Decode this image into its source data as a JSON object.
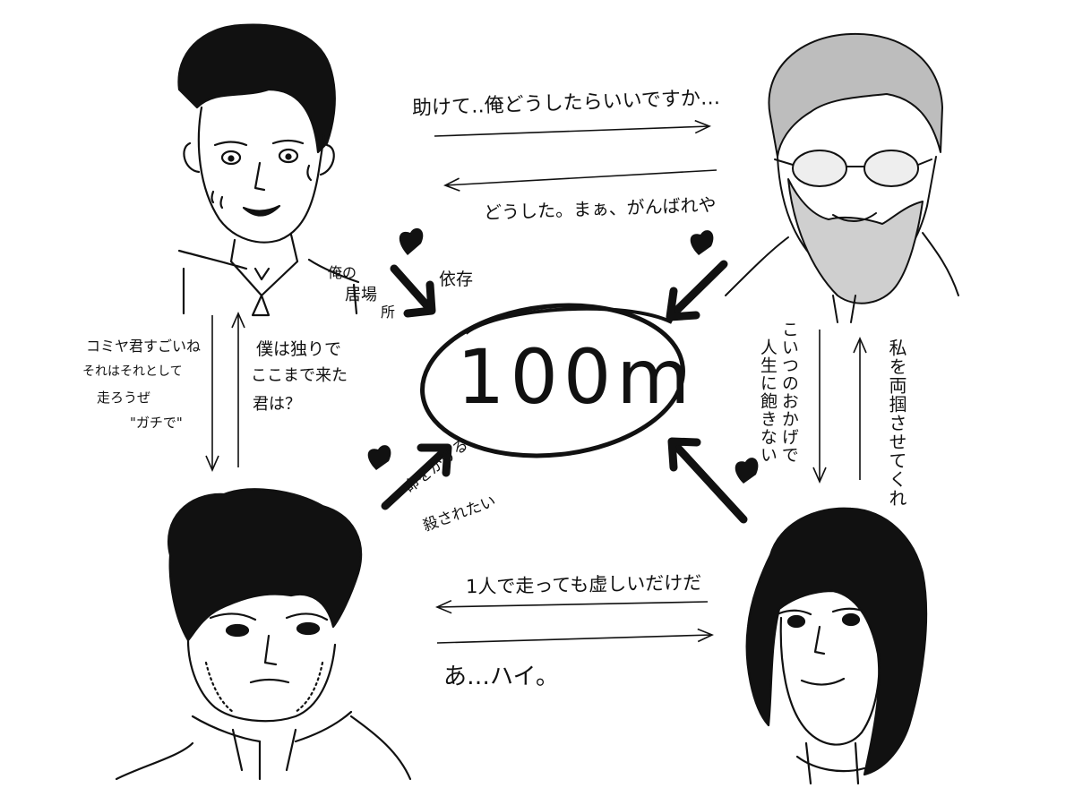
{
  "center": {
    "label": "100m"
  },
  "edges": {
    "top_right": "助けて‥俺どうしたらいいですか…",
    "top_left": "どうした。まぁ、がんばれや",
    "bottom_left": "1人で走っても虚しいだけだ",
    "bottom_right": "あ…ハイ。",
    "left_down": [
      "コミヤ君すごいね",
      "それはそれとして",
      "走ろうぜ",
      "\"ガチで\""
    ],
    "left_up": [
      "僕は独りで",
      "ここまで来た",
      "君は？"
    ],
    "right_down": [
      "こいつのおかげで",
      "人生に飽きない"
    ],
    "right_up": "私を両掴させてくれ"
  },
  "center_arrows": {
    "top_left_a": [
      "俺の",
      "居場",
      "所"
    ],
    "top_left_b": "依存",
    "bottom_left": [
      "命をかける",
      "殺されたい"
    ]
  }
}
